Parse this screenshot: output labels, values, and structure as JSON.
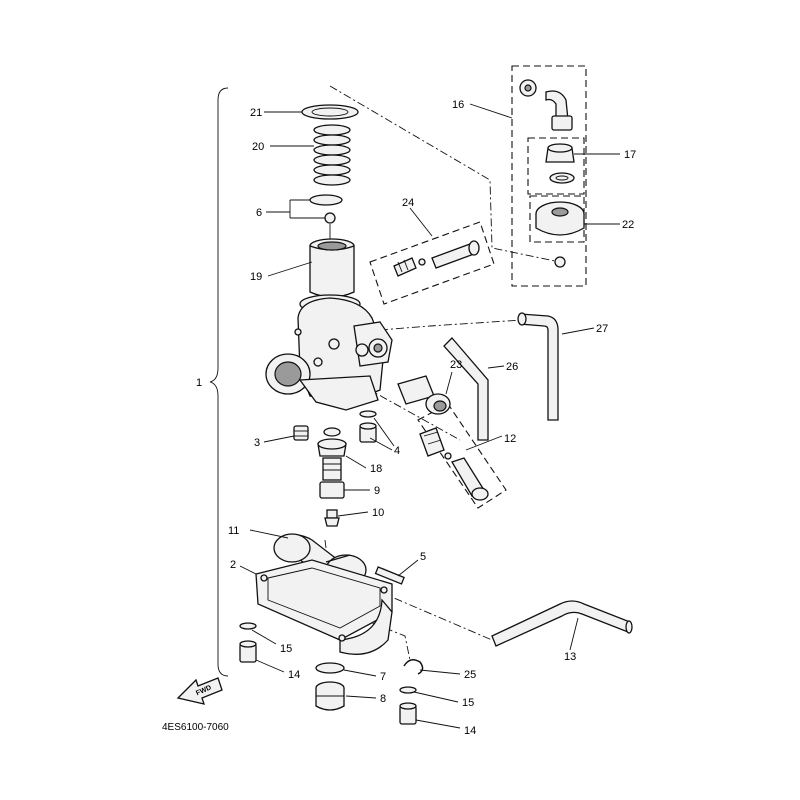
{
  "diagram": {
    "code": "4ES6100-7060",
    "fwd_label": "FWD",
    "callouts": {
      "c1": "1",
      "c2": "2",
      "c3": "3",
      "c4": "4",
      "c5": "5",
      "c6": "6",
      "c7": "7",
      "c8": "8",
      "c9": "9",
      "c10": "10",
      "c11": "11",
      "c12": "12",
      "c13": "13",
      "c14a": "14",
      "c14b": "14",
      "c15a": "15",
      "c15b": "15",
      "c16": "16",
      "c17": "17",
      "c18": "18",
      "c19": "19",
      "c20": "20",
      "c21": "21",
      "c22": "22",
      "c23": "23",
      "c24": "24",
      "c25": "25",
      "c26": "26",
      "c27": "27"
    }
  }
}
